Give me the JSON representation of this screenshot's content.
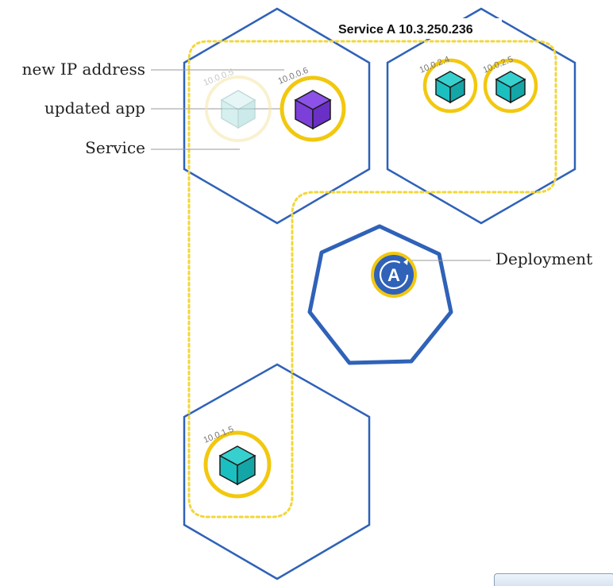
{
  "service": {
    "label": "Service A 10.3.250.236"
  },
  "labels": {
    "new_ip": "new IP address",
    "updated_app": "updated app",
    "service": "Service",
    "deployment": "Deployment"
  },
  "pods": {
    "old_pod_ip": "10.0.0.5",
    "new_pod_ip": "10.0.0.6",
    "pod_1_ip": "10.0.2.4",
    "pod_2_ip": "10.0.2.5",
    "pod_3_ip": "10.0.1.5"
  },
  "deployment_icon": {
    "glyph": "A",
    "icon": "deployment-icon"
  },
  "colors": {
    "node_border": "#2f62b8",
    "service_dotted": "#f2d73a",
    "pod_ring": "#f2c80f",
    "pod_teal": "#1bbfc0",
    "pod_purple": "#7d3fd9",
    "pod_faded": "#b7e2e2",
    "deployment_blue": "#2f62b8"
  }
}
